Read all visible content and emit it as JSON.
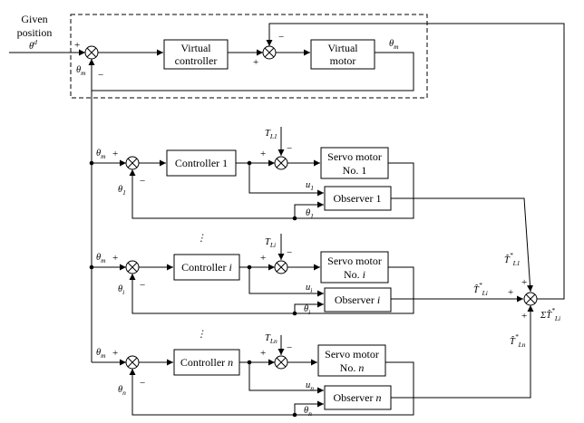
{
  "input": {
    "line1": "Given",
    "line2": "position",
    "theta": "θ",
    "theta_sup": "d"
  },
  "blocks": {
    "virtual_controller": [
      "Virtual",
      "controller"
    ],
    "virtual_motor": [
      "Virtual",
      "motor"
    ],
    "controller_1": "Controller 1",
    "controller_i_text": "Controller ",
    "controller_i_var": "i",
    "controller_n_text": "Controller ",
    "controller_n_var": "n",
    "servo_1": [
      "Servo motor",
      "No. 1"
    ],
    "servo_i": [
      "Servo motor",
      "No. "
    ],
    "servo_i_var": "i",
    "servo_n": [
      "Servo motor",
      "No. "
    ],
    "servo_n_var": "n",
    "observer_1": "Observer 1",
    "observer_i_text": "Observer ",
    "observer_i_var": "i",
    "observer_n_text": "Observer ",
    "observer_n_var": "n"
  },
  "symbols": {
    "theta": "θ",
    "sub_m": "m",
    "sub_1": "1",
    "sub_i": "i",
    "sub_n": "n",
    "T": "T",
    "T_hat": "T̂",
    "star": "*",
    "sub_L1": "L1",
    "sub_Li": "Li",
    "sub_Ln": "Ln",
    "u": "u",
    "sigma": "Σ",
    "ellipsis": "⋮"
  },
  "signs": {
    "plus": "+",
    "minus": "−"
  }
}
